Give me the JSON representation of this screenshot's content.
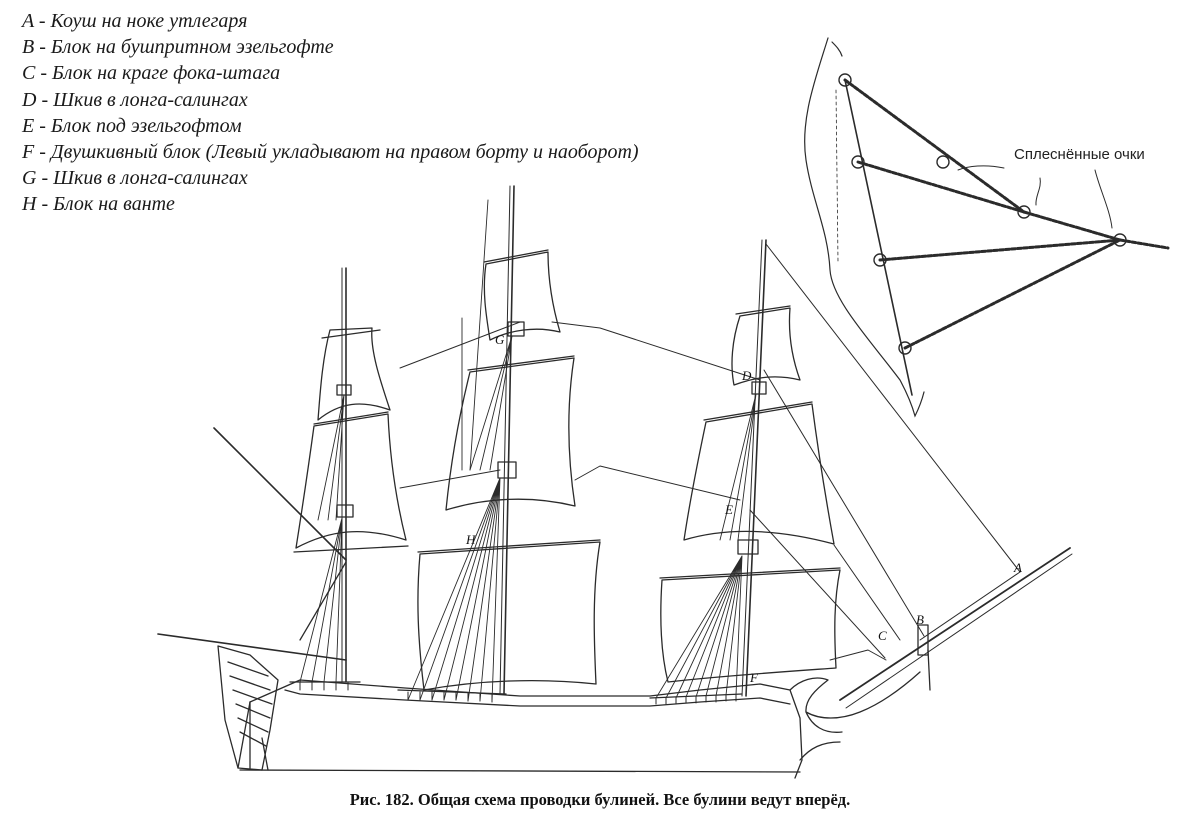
{
  "legend": [
    {
      "text": "A - Коуш на ноке утлегаря"
    },
    {
      "text": "B - Блок на бушпритном эзельгофте"
    },
    {
      "text": "C - Блок на краге фока-штага"
    },
    {
      "text": "D - Шкив в лонга-салингах"
    },
    {
      "text": "E - Блок под эзельгофтом"
    },
    {
      "text": "F - Двушкивный блок (Левый укладывают на правом борту и наоборот)"
    },
    {
      "text": "G - Шкив в лонга-салингах"
    },
    {
      "text": "H - Блок на ванте"
    }
  ],
  "points": {
    "A": "A",
    "B": "B",
    "C": "C",
    "D": "D",
    "E": "E",
    "F": "F",
    "G": "G",
    "H": "H"
  },
  "inset": {
    "label": "Сплеснённые очки"
  },
  "caption": "Рис. 182. Общая схема проводки булиней. Все булини ведут вперёд.",
  "colors": {
    "ink": "#2b2b2b",
    "paper": "#ffffff"
  }
}
